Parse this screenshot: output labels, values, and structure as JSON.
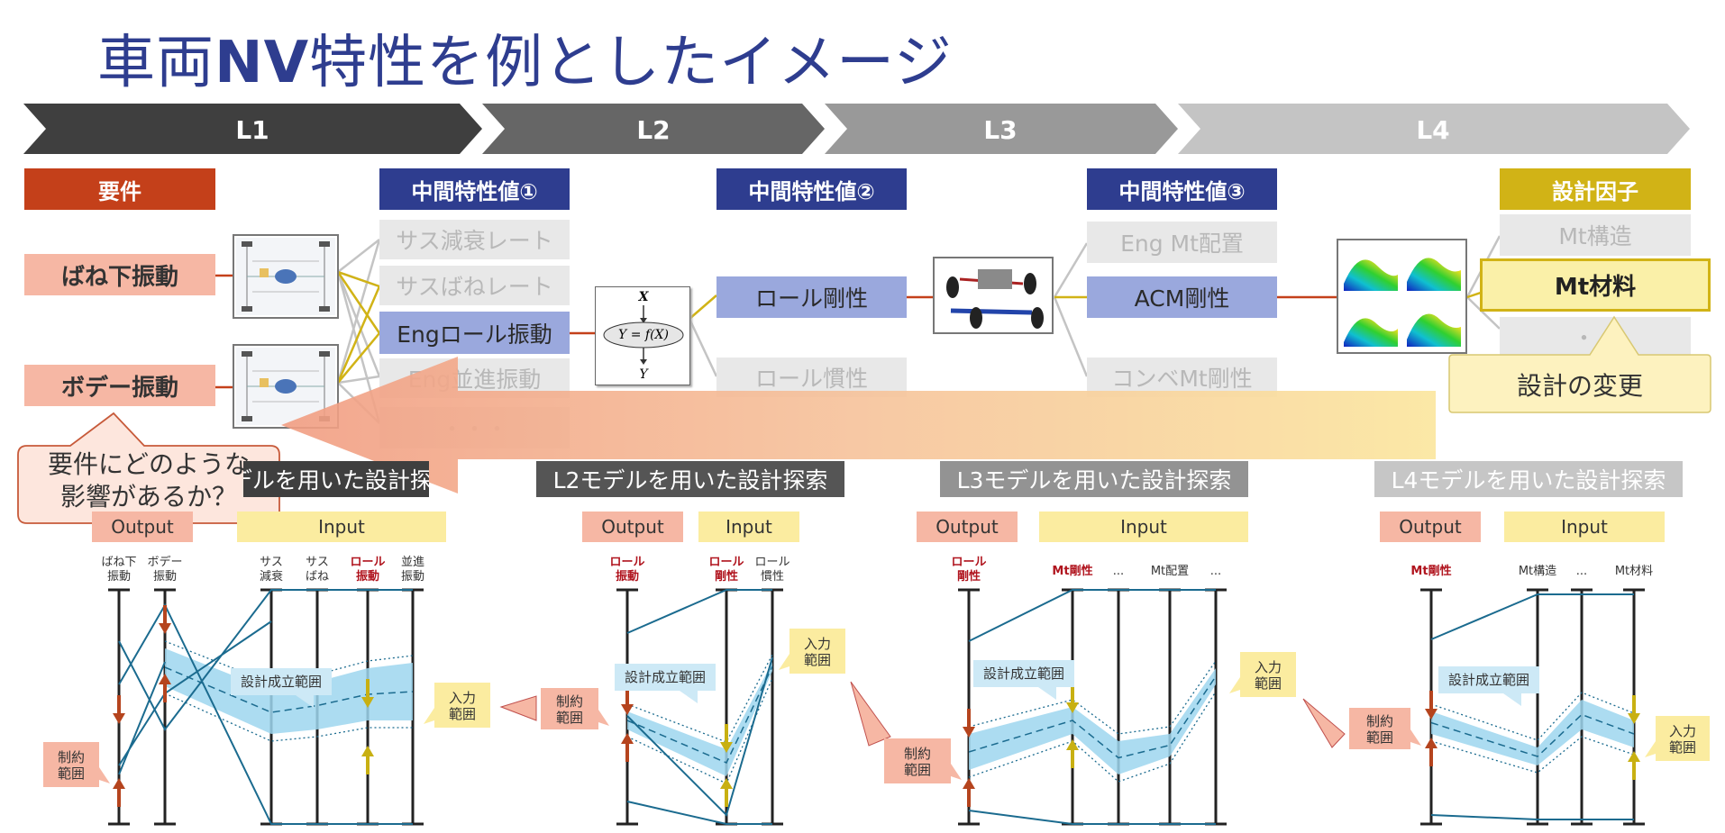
{
  "title": {
    "part1": "車両",
    "part2": "NV",
    "part3": "特性を例としたイメージ"
  },
  "levels": [
    "L1",
    "L2",
    "L3",
    "L4"
  ],
  "headers": {
    "requirement": "要件",
    "mid1": "中間特性値①",
    "mid2": "中間特性値②",
    "mid3": "中間特性値③",
    "design_factor": "設計因子"
  },
  "requirements": [
    "ばね下振動",
    "ボデー振動"
  ],
  "mid1_items": [
    "サス減衰レート",
    "サスばねレート",
    "Engロール振動",
    "Eng並進振動",
    "・・・"
  ],
  "mid2_items": [
    "ロール剛性",
    "ロール慣性"
  ],
  "mid3_items": [
    "Eng Mt配置",
    "ACM剛性",
    "コンベMt剛性"
  ],
  "factor_items": [
    "Mt構造",
    "Mt材料",
    "・・"
  ],
  "model_formula": {
    "x": "X",
    "fx": "Y = f(X)",
    "y": "Y"
  },
  "callouts": {
    "design_change": "設計の変更",
    "impact_q": [
      "要件にどのような",
      "影響があるか？"
    ]
  },
  "sections": [
    "L1モデルを用いた設計探索",
    "L2モデルを用いた設計探索",
    "L3モデルを用いた設計探索",
    "L4モデルを用いた設計探索"
  ],
  "io": {
    "output": "Output",
    "input": "Input"
  },
  "charts": {
    "l1_axes": [
      [
        "ばね下",
        "振動"
      ],
      [
        "ボデー",
        "振動"
      ],
      [
        "サス",
        "減衰"
      ],
      [
        "サス",
        "ばね"
      ],
      [
        "ロール",
        "振動"
      ],
      [
        "並進",
        "振動"
      ]
    ],
    "l2_axes": [
      [
        "ロール",
        "振動"
      ],
      [
        "ロール",
        "剛性"
      ],
      [
        "ロール",
        "慣性"
      ]
    ],
    "l3_axes": [
      [
        "ロール",
        "剛性"
      ],
      [
        "Mt剛性"
      ],
      [
        "..."
      ],
      [
        "Mt配置"
      ],
      [
        "..."
      ]
    ],
    "l4_axes": [
      [
        "Mt剛性"
      ],
      [
        "Mt構造"
      ],
      [
        "..."
      ],
      [
        "Mt材料"
      ]
    ],
    "feasible": "設計成立範囲",
    "constraint": [
      "制約",
      "範囲"
    ],
    "input_range": [
      "入力",
      "範囲"
    ]
  },
  "colors": {
    "accent_blue": "#2e3d8f",
    "req_red": "#c4401a",
    "factor_gold": "#d1b316",
    "band": "#9dd6ef",
    "line": "#1b6b8f"
  }
}
